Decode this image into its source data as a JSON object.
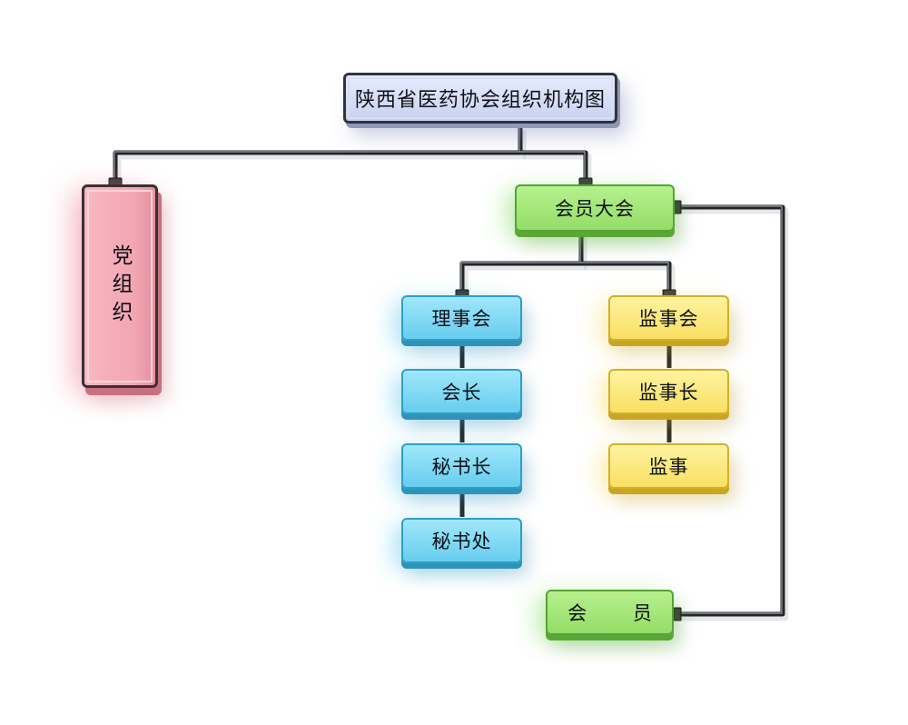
{
  "title": "陕西省医药协会组织机构图",
  "party": "党组织",
  "assembly": "会员大会",
  "council": {
    "items": [
      "理事会",
      "会长",
      "秘书长",
      "秘书处"
    ]
  },
  "supervision": {
    "items": [
      "监事会",
      "监事长",
      "监事"
    ]
  },
  "members": "会  员",
  "colors": {
    "title": "#d2dbf5",
    "party": "#f3a6b2",
    "assembly": "#a6e67b",
    "council": "#7fd6f3",
    "supervision": "#fbe57a",
    "connector": "#222428"
  }
}
